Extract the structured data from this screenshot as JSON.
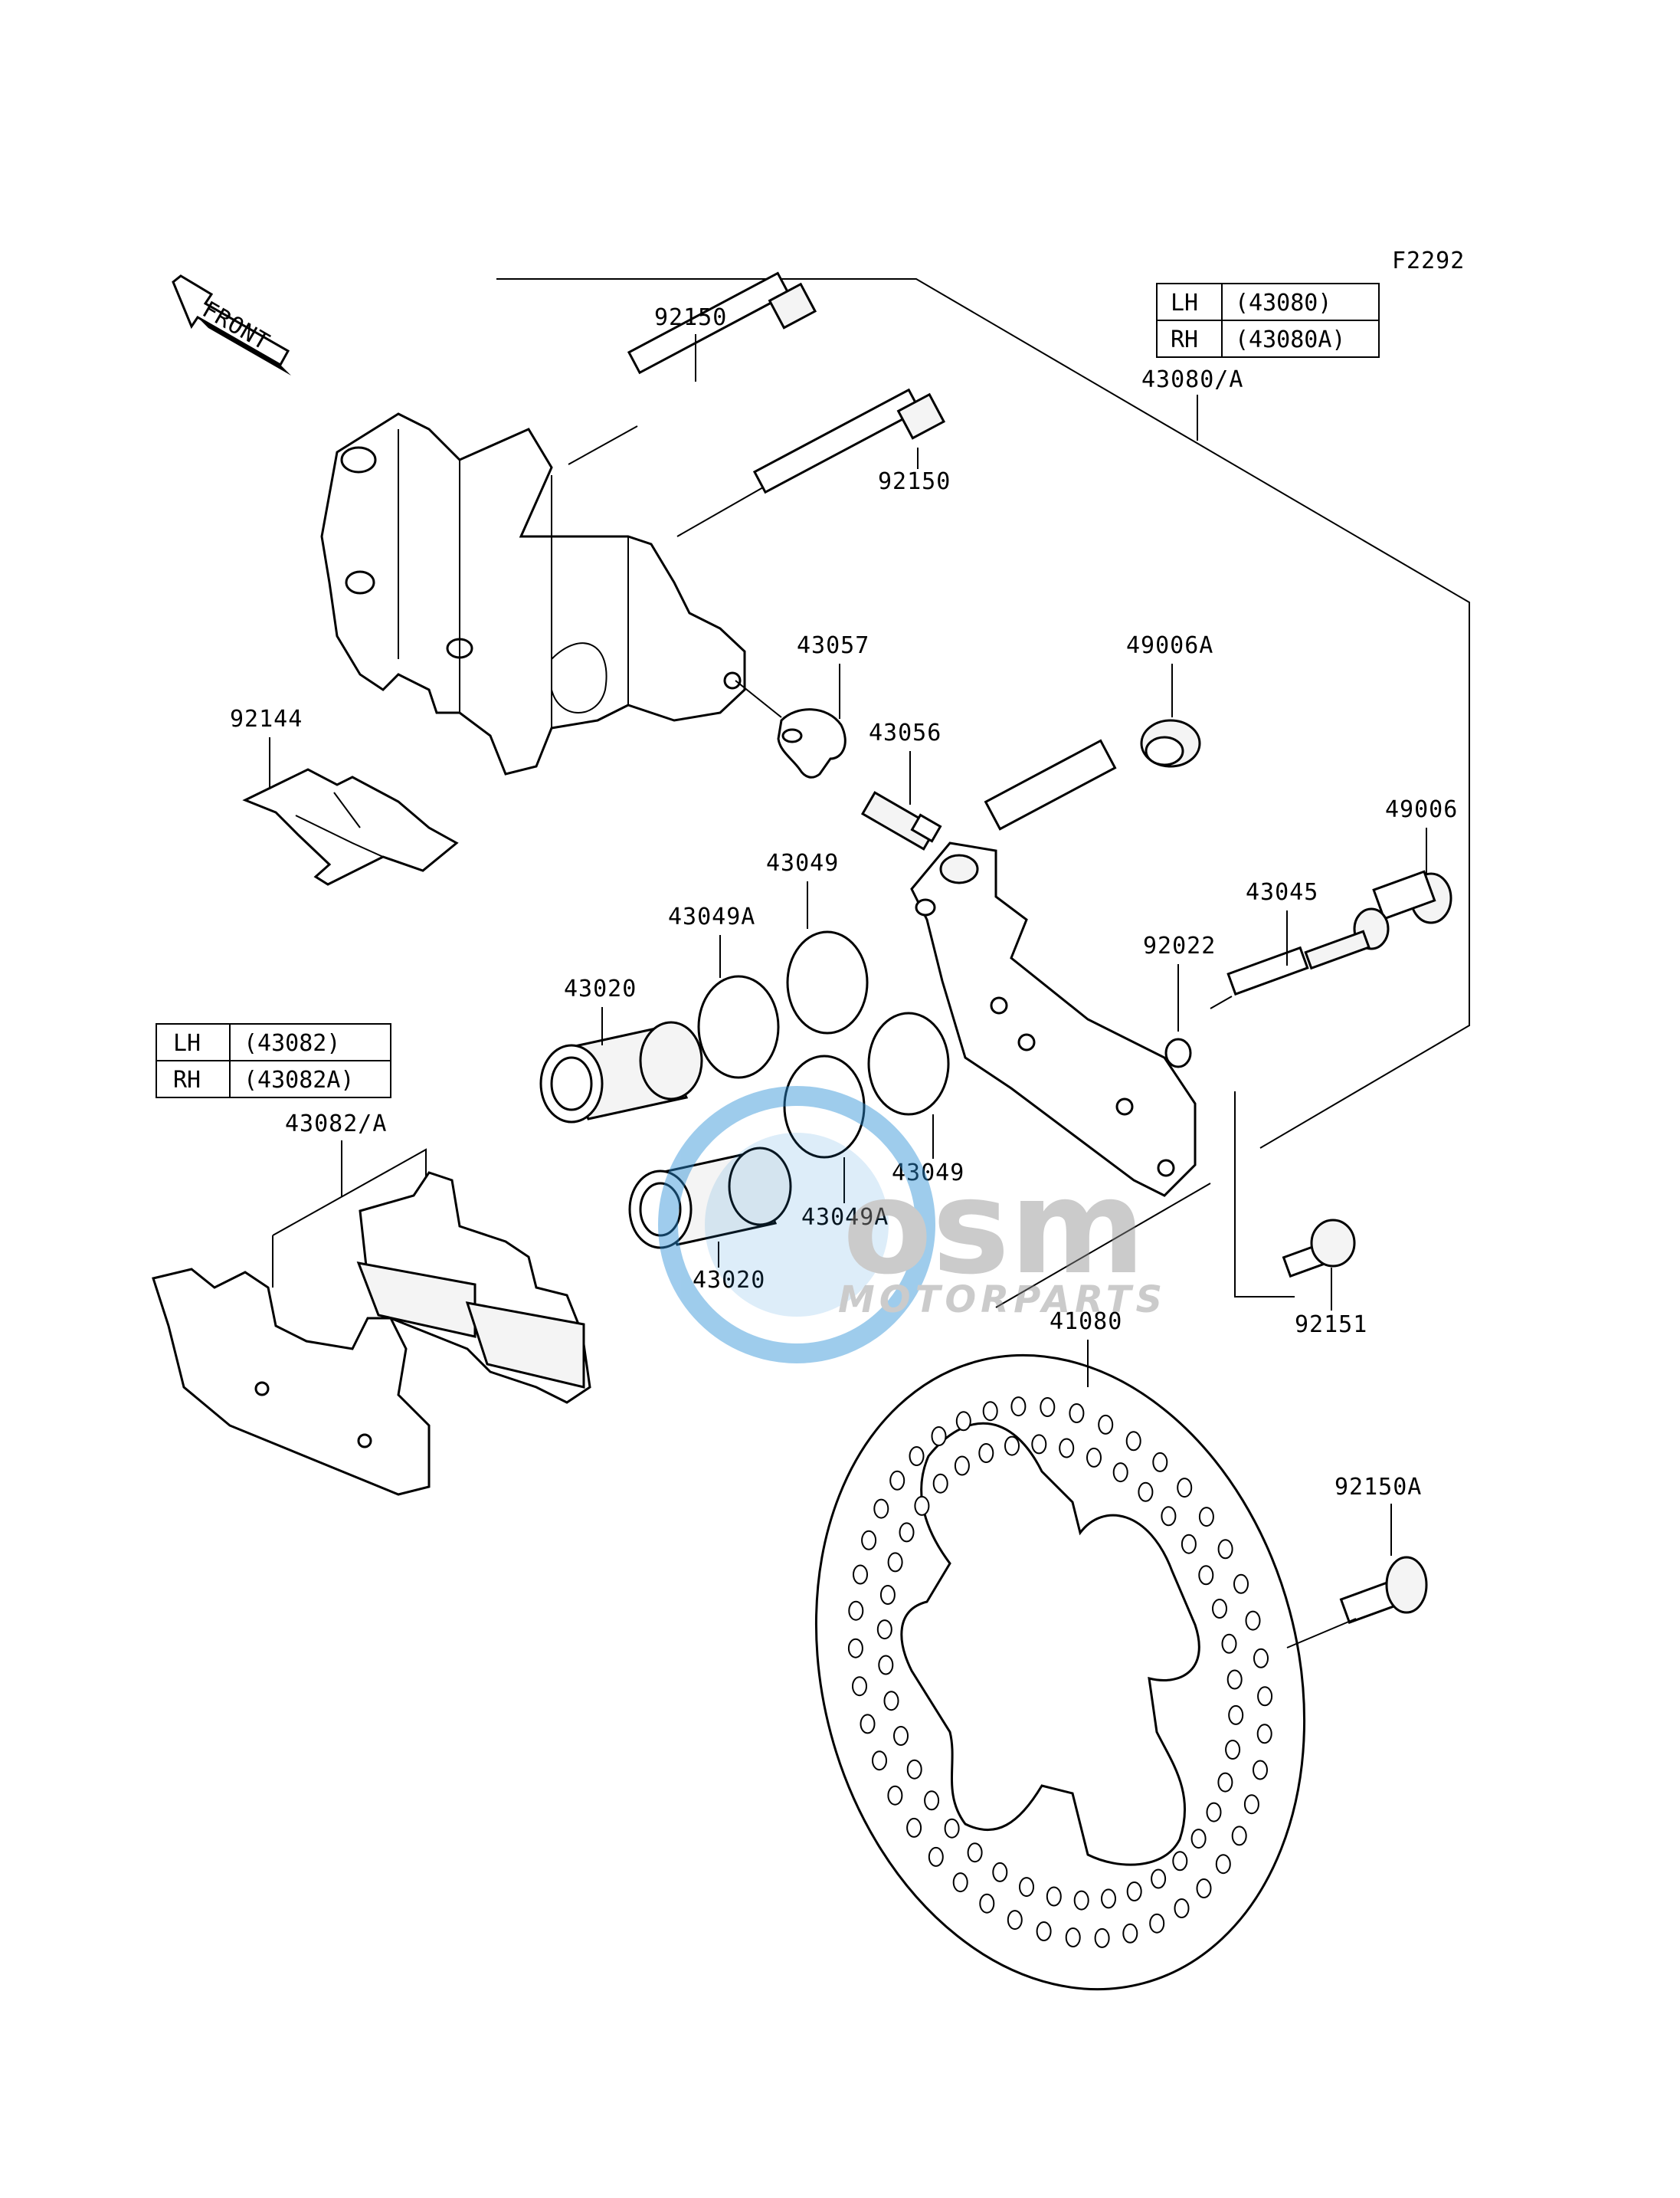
{
  "figure_code": "F2292",
  "front_arrow_label": "FRONT",
  "watermark": {
    "logo": "osm",
    "text": "MOTORPARTS",
    "accent": "#2a8fd6",
    "gray": "#9a9a9a"
  },
  "caliper_table": {
    "rows": [
      {
        "side": "LH",
        "part": "(43080)"
      },
      {
        "side": "RH",
        "part": "(43080A)"
      }
    ],
    "assembly_label": "43080/A"
  },
  "pad_table": {
    "rows": [
      {
        "side": "LH",
        "part": "(43082)"
      },
      {
        "side": "RH",
        "part": "(43082A)"
      }
    ],
    "assembly_label": "43082/A"
  },
  "callouts": {
    "pin_upper": "92150",
    "pin_lower": "92150",
    "bleeder_cap": "43057",
    "bleeder_valve": "43056",
    "boot_a": "49006A",
    "spring": "92144",
    "boot": "49006",
    "seal_upper": "43049",
    "seal_a_upper": "43049A",
    "bolt_pin": "43045",
    "piston_upper": "43020",
    "washer": "92022",
    "seal_lower": "43049",
    "seal_a_lower": "43049A",
    "piston_lower": "43020",
    "bolt_caliper": "92151",
    "disc": "41080",
    "bolt_disc": "92150A"
  }
}
